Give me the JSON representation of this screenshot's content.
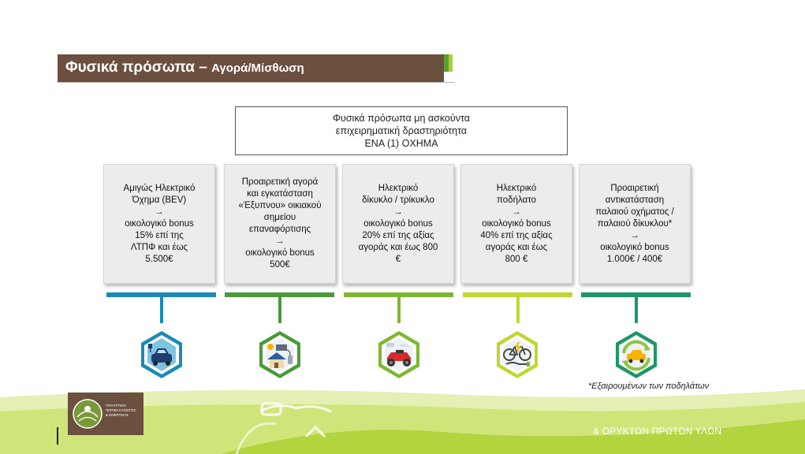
{
  "slide": {
    "title_main": "Φυσικά πρόσωπα – ",
    "title_sub": "Αγορά/Μίσθωση"
  },
  "header_box": {
    "line1": "Φυσικά πρόσωπα μη ασκούντα",
    "line2": "επιχειρηματική δραστηριότητα",
    "line3": "ΕΝΑ (1) ΟΧΗΜΑ"
  },
  "cards": [
    {
      "text": "Αμιγώς Ηλεκτρικό\nΌχημα (BEV)\n→\nοικολογικό bonus\n15% επί της\nΛΤΠΦ και έως\n5.500€",
      "color": "#1a8ab5",
      "icon": "ev-car-plug-icon"
    },
    {
      "text": "Προαιρετική αγορά\nκαι εγκατάσταση\n«Έξυπνου» οικιακού\nσημείου\nεπαναφόρτισης\n→\nοικολογικό bonus\n500€",
      "color": "#4a9a3a",
      "icon": "solar-home-charger-icon"
    },
    {
      "text": "Ηλεκτρικό\nδίκυκλο / τρίκυκλο\n→\nοικολογικό bonus\n20% επί της αξίας\nαγοράς και  έως 800\n€",
      "color": "#80b634",
      "icon": "electric-quad-icon"
    },
    {
      "text": "Ηλεκτρικό\nποδήλατο\n→\nοικολογικό bonus\n40% επί της αξίας\nαγοράς και  έως\n800 €",
      "color": "#c2d632",
      "icon": "e-bike-icon"
    },
    {
      "text": "Προαιρετική\nαντικατάσταση\nπαλαιού οχήματος  /\nπαλαιού δίκυκλου*\n→\nοικολογικό bonus\n1.000€ / 400€",
      "color": "#1e9668",
      "icon": "vehicle-replacement-icon"
    }
  ],
  "footnote": "*Εξαιρουμένων των ποδηλάτων",
  "logo": {
    "text": "ΥΠΟΥΡΓΕΙΟ\nΠΕΡΙΒΑΛΛΟΝΤΟΣ\n& ΕΝΕΡΓΕΙΑΣ"
  },
  "footer": {
    "ministry_text": "& ΟΡΥΚΤΩΝ ΠΡΩΤΩΝ ΥΛΩΝ"
  },
  "colors": {
    "title_bar": "#6b4f3f",
    "accent_dark": "#5aa02c",
    "accent_light": "#a6cf3a",
    "banner_green": "#c8e06a"
  }
}
